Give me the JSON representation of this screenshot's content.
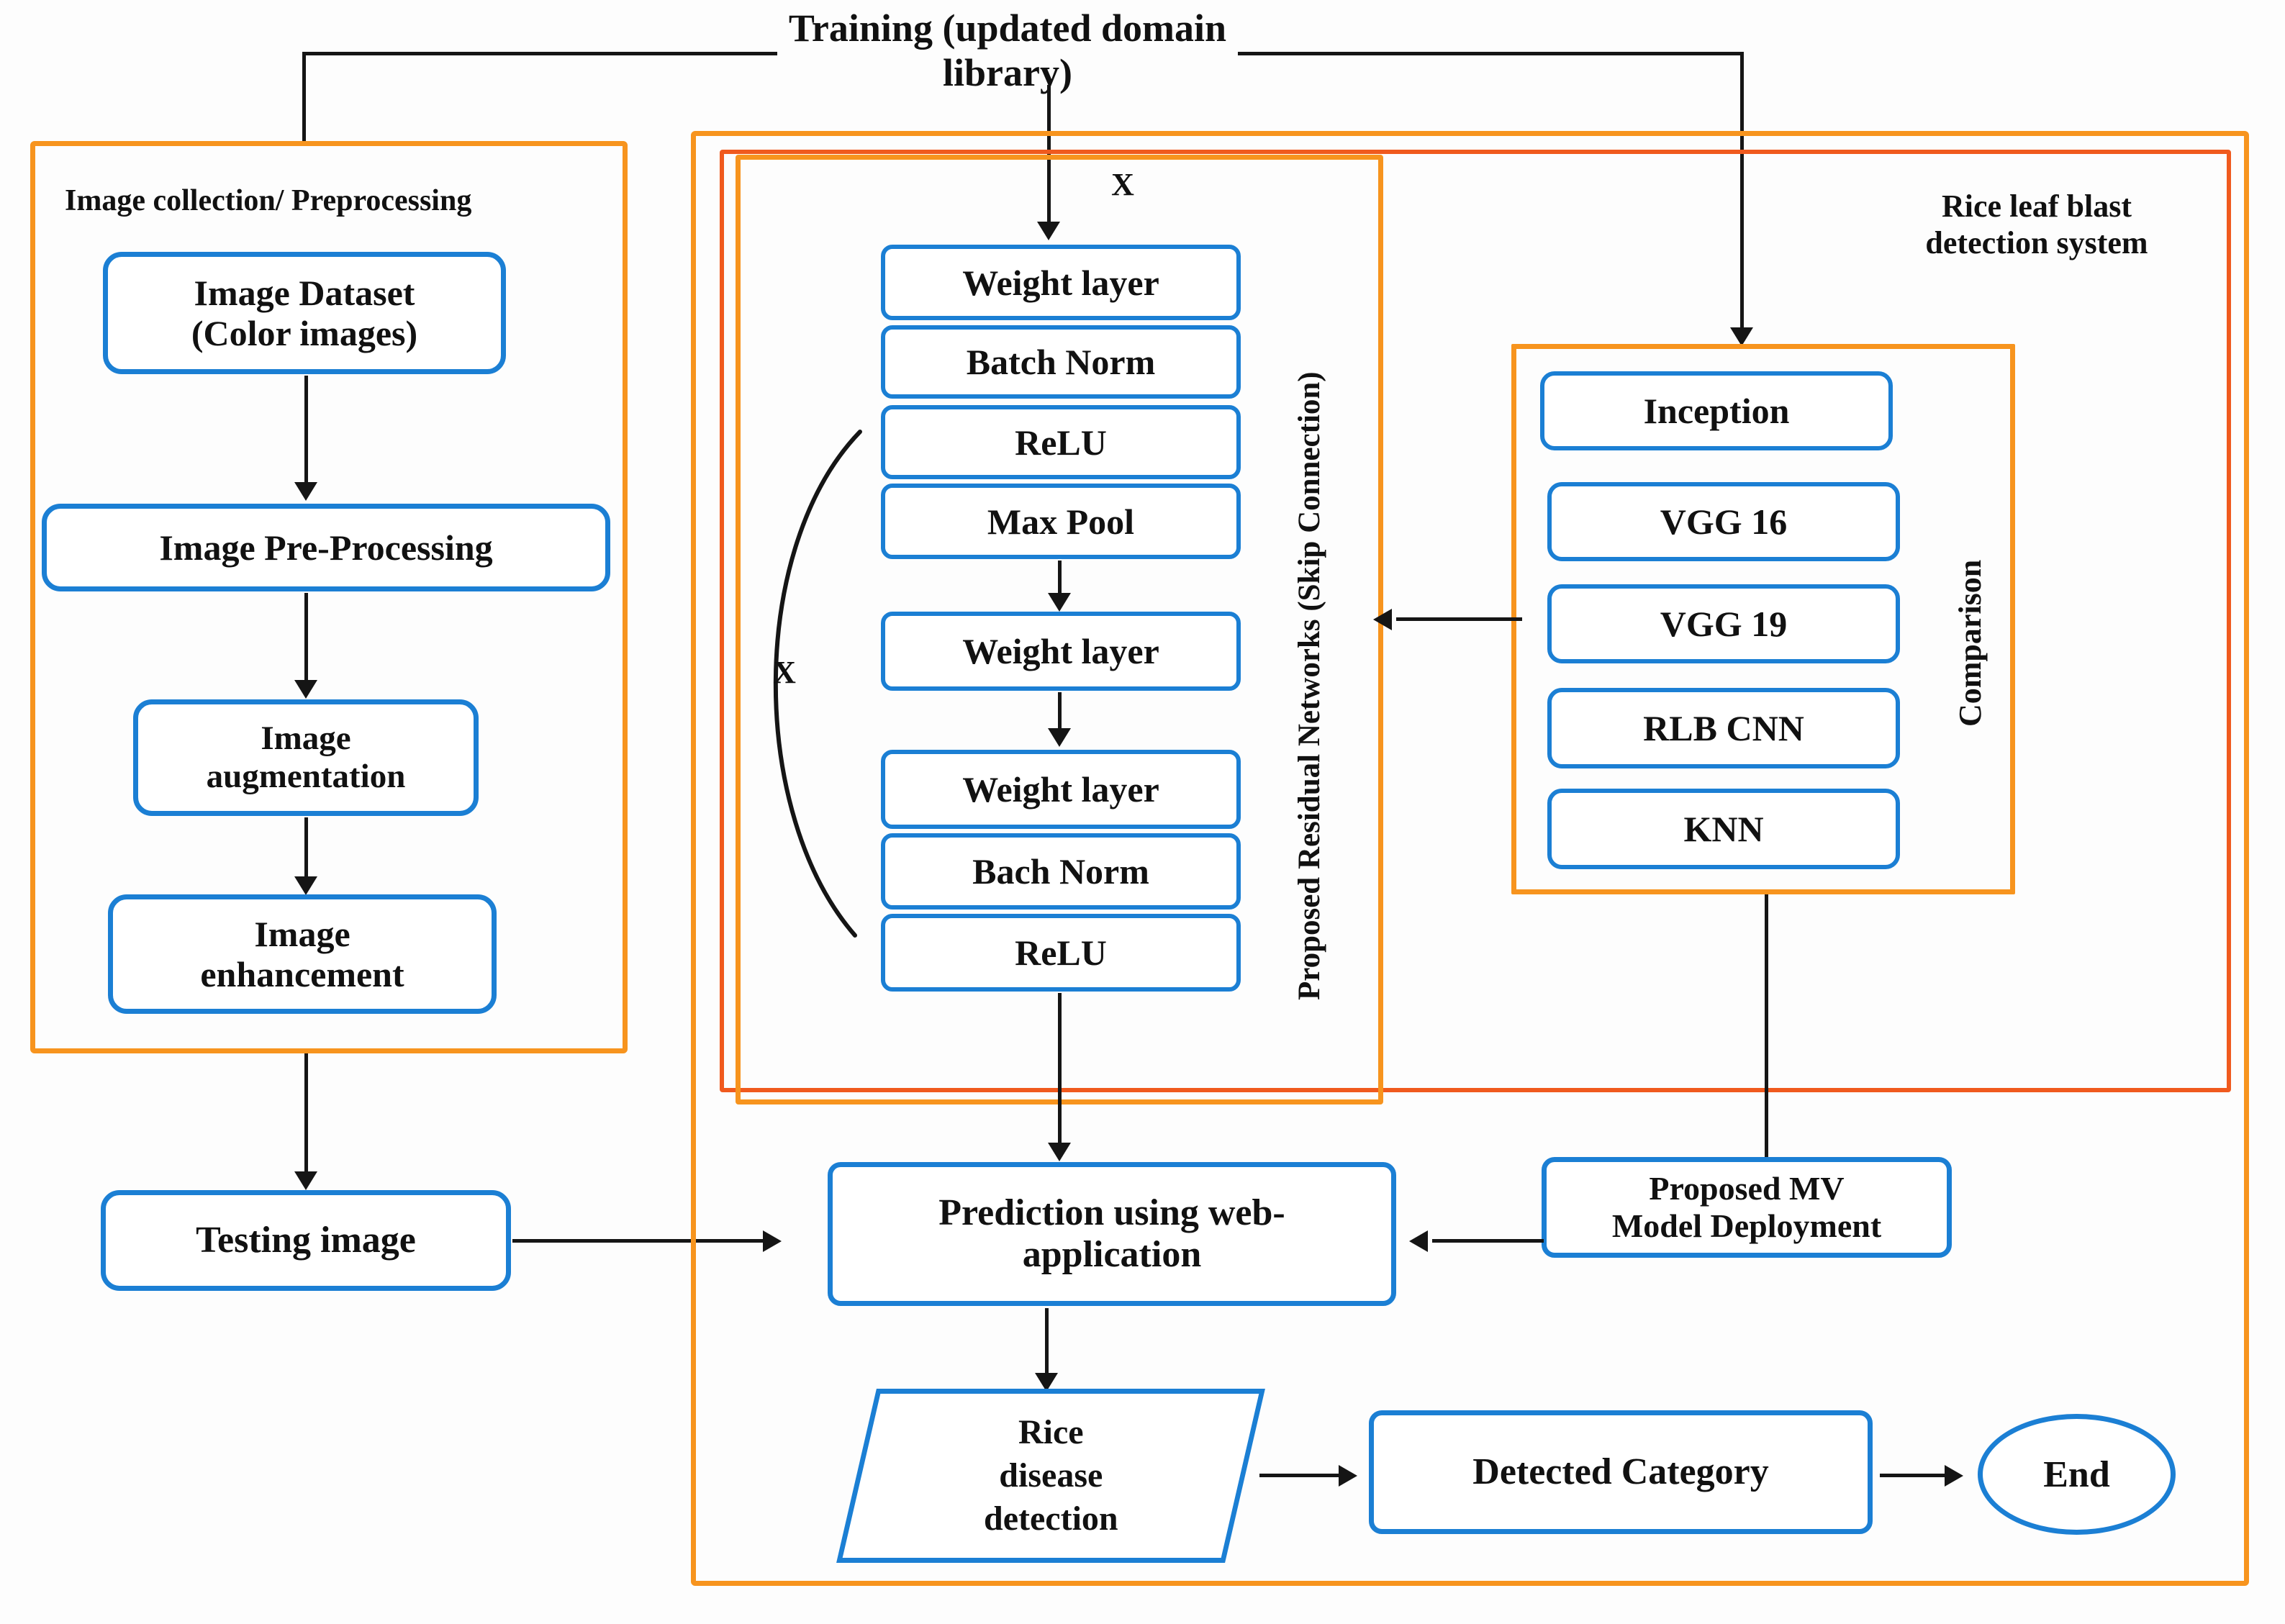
{
  "diagram": {
    "title": "Training (updated domain library)",
    "accent_orange": "#F7941E",
    "accent_red_orange": "#F05A1E",
    "accent_blue": "#1B7FD4",
    "text_color": "#111111",
    "background": "#FDFDFD"
  },
  "panels": {
    "left": {
      "title": "Image collection/ Preprocessing"
    },
    "right": {
      "title": "Rice leaf blast detection system"
    },
    "resnet": {
      "title": "Proposed Residual Networks (Skip Connection)"
    },
    "compare": {
      "title": "Comparison"
    }
  },
  "preprocessing": {
    "nodes": [
      {
        "label_line1": "Image Dataset",
        "label_line2": "(Color images)"
      },
      {
        "label_line1": "Image Pre-Processing",
        "label_line2": ""
      },
      {
        "label_line1": "Image",
        "label_line2": "augmentation"
      },
      {
        "label_line1": "Image",
        "label_line2": "enhancement"
      }
    ]
  },
  "resnet_stack": {
    "group_top": [
      "Weight layer",
      "Batch Norm",
      "ReLU",
      "Max Pool"
    ],
    "group_mid": [
      "Weight layer"
    ],
    "group_bottom": [
      "Weight layer",
      "Bach Norm",
      "ReLU"
    ],
    "skip_marker_top": "X",
    "skip_marker_side": "X"
  },
  "comparison_models": [
    "Inception",
    "VGG 16",
    "VGG 19",
    "RLB CNN",
    "KNN"
  ],
  "flow": {
    "testing_image": "Testing image",
    "prediction_line1": "Prediction using web-",
    "prediction_line2": "application",
    "deployment_line1": "Proposed MV",
    "deployment_line2": "Model Deployment",
    "decision_line1": "Rice",
    "decision_line2": "disease",
    "decision_line3": "detection",
    "detected_category": "Detected Category",
    "end": "End"
  }
}
